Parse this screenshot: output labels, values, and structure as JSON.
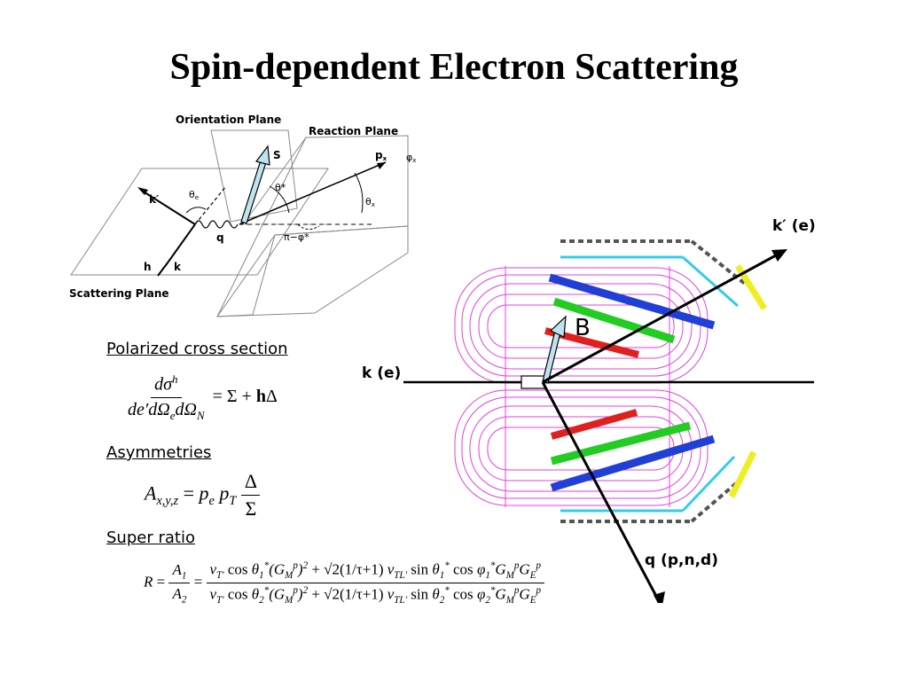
{
  "slide": {
    "title": "Spin-dependent Electron Scattering"
  },
  "kinematics_diagram": {
    "orientation_plane": "Orientation Plane",
    "reaction_plane": "Reaction Plane",
    "scattering_plane": "Scattering Plane",
    "label_S": "S",
    "label_kprime": "k′",
    "label_theta_e": "θ",
    "label_theta_e_sub": "e",
    "label_theta_star": "θ*",
    "label_q": "q",
    "label_h": "h",
    "label_k": "k",
    "label_px": "p",
    "label_px_sub": "x",
    "label_phi_x": "φ",
    "label_phi_x_sub": "x",
    "label_theta_x": "θ",
    "label_theta_x_sub": "x",
    "label_pi_phi": "π−φ*"
  },
  "detector_diagram": {
    "label_kprime_e": "k′ (e)",
    "label_k_e": "k (e)",
    "label_q_pnd": "q (p,n,d)",
    "label_B": "B"
  },
  "sections": {
    "cross_section_heading": "Polarized cross section",
    "asymmetries_heading": "Asymmetries",
    "super_ratio_heading": "Super ratio"
  },
  "colors": {
    "coil": "#e040e0",
    "bar_blue": "#1f3fd6",
    "bar_green": "#22cc22",
    "bar_red": "#e0201e",
    "cyan": "#33ccee",
    "yellow": "#eeee22"
  }
}
